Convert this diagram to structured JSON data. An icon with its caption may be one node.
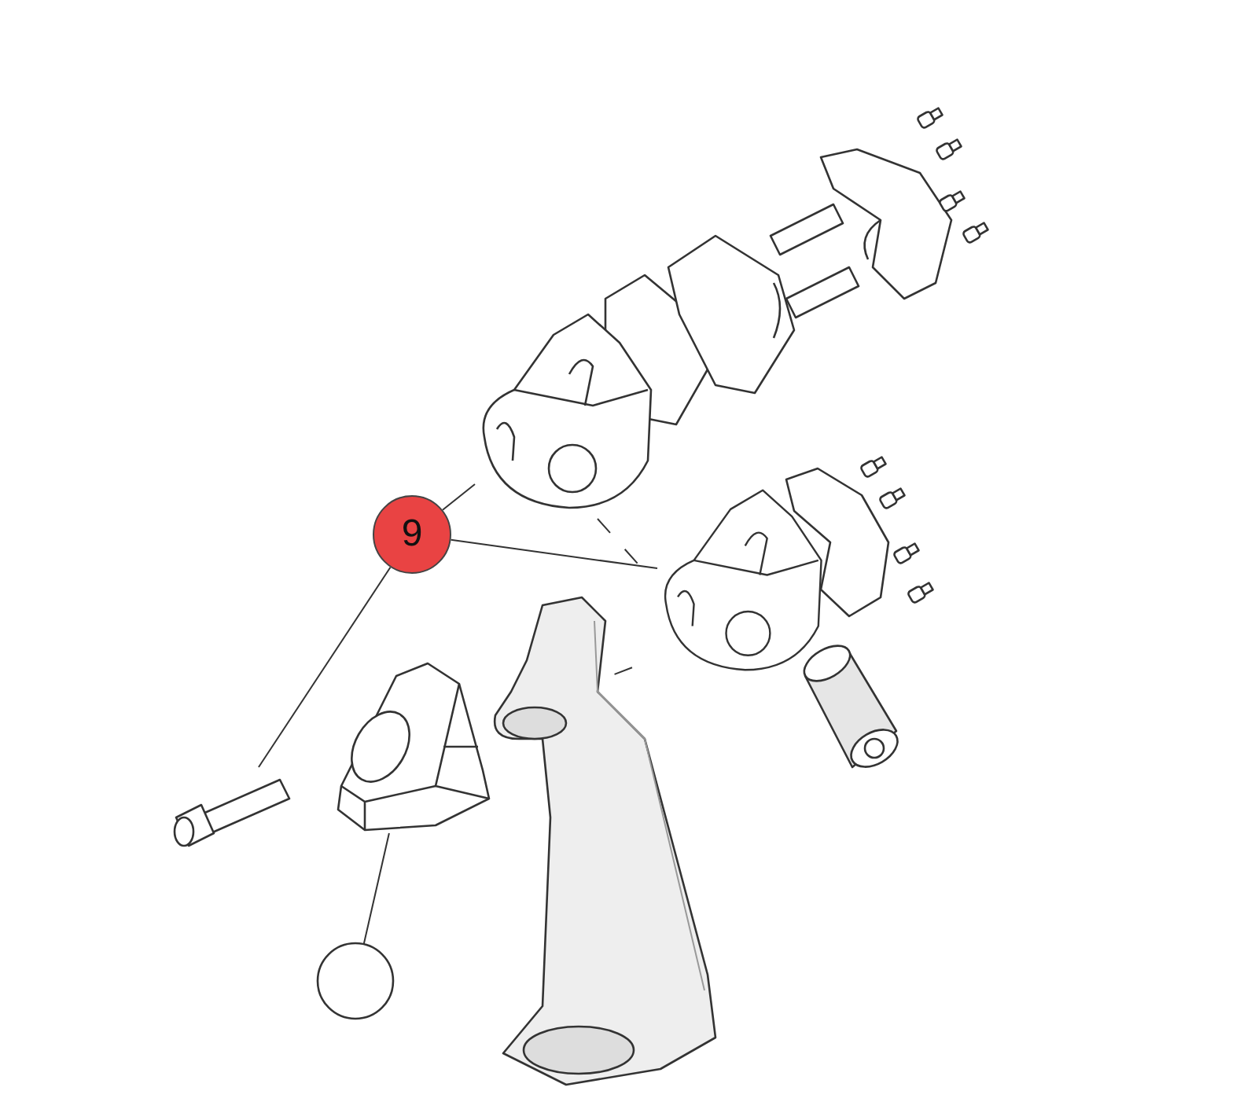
{
  "diagram": {
    "nodes": [
      {
        "text": [
          "9"
        ]
      },
      {
        "text": [],
        "shape": "picture"
      },
      {
        "text": [],
        "shape": "picture"
      },
      {
        "text": [],
        "shape": "picture"
      },
      {
        "text": [],
        "shape": "circle"
      },
      {
        "text": [],
        "shape": "picture"
      }
    ],
    "edges": [
      {
        "from": 0,
        "to": 1,
        "arrow": "none"
      },
      {
        "from": 0,
        "to": 2,
        "arrow": "none"
      },
      {
        "from": 0,
        "to": 3,
        "arrow": "none"
      },
      {
        "from": 4,
        "to": 5,
        "arrow": "none"
      }
    ]
  }
}
